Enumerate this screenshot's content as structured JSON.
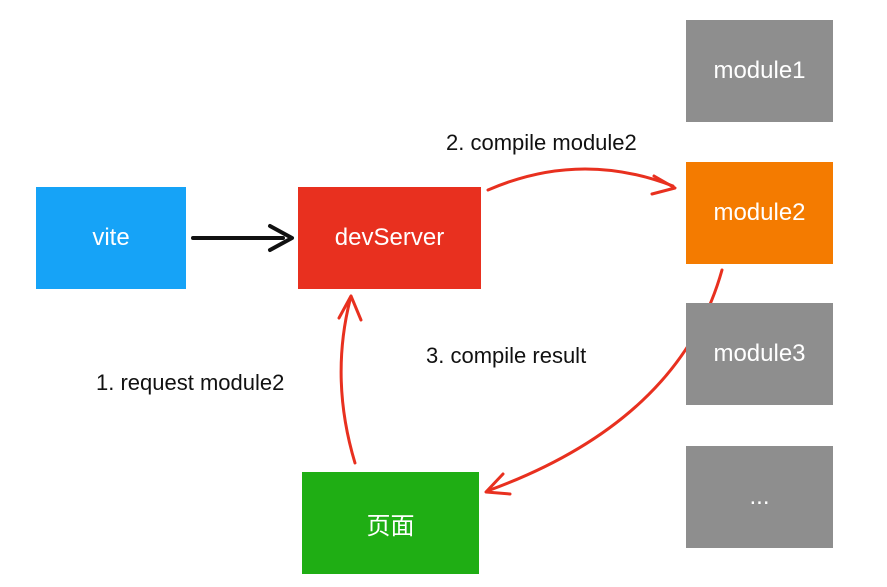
{
  "nodes": {
    "vite": {
      "label": "vite",
      "color": "#16A3F7"
    },
    "devserver": {
      "label": "devServer",
      "color": "#E8301F"
    },
    "page": {
      "label": "页面",
      "color": "#1FAE14"
    },
    "module1": {
      "label": "module1",
      "color": "#8E8E8E"
    },
    "module2": {
      "label": "module2",
      "color": "#F47B00"
    },
    "module3": {
      "label": "module3",
      "color": "#8E8E8E"
    },
    "module_more": {
      "label": "...",
      "color": "#8E8E8E"
    }
  },
  "edges": {
    "request": {
      "label": "1. request module2"
    },
    "compile": {
      "label": "2. compile module2"
    },
    "result": {
      "label": "3. compile result"
    }
  },
  "arrow_colors": {
    "black": "#111111",
    "red": "#E8301F"
  }
}
